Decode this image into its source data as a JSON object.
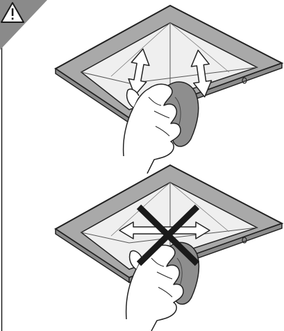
{
  "figure": {
    "warning_badge": {
      "icon": "warning-triangle-icon",
      "background": "#8a8a8a"
    },
    "panels": [
      {
        "id": "correct",
        "depicts": "hand-wiping-vent-with-cloth",
        "motion": "up-down-arrows"
      },
      {
        "id": "incorrect",
        "depicts": "hand-wiping-vent-with-cloth",
        "motion": "left-right-arrows",
        "overlay": "cross-out-x"
      }
    ],
    "colors": {
      "frame": "#a9a9a9",
      "interior": "#efefef",
      "outline": "#222222",
      "cloth": "#8e8e8e",
      "arrow_fill": "#ffffff",
      "cross": "#1a1a1a"
    }
  }
}
